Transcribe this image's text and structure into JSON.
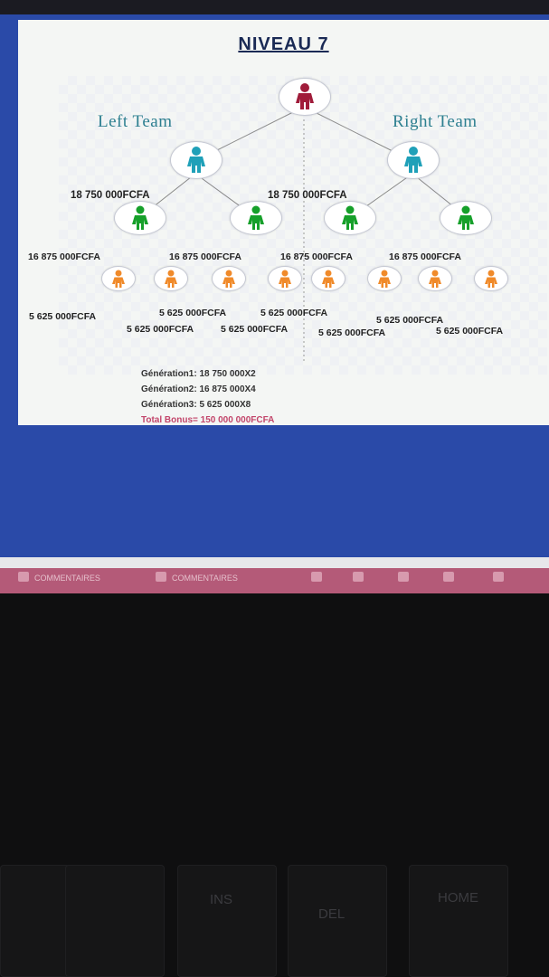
{
  "slide": {
    "title": "NIVEAU 7",
    "left_team": "Left Team",
    "right_team": "Right Team",
    "level1_left_amount": "18 750 000FCFA",
    "level1_right_amount": "18 750 000FCFA",
    "level2_amounts": [
      "16 875 000FCFA",
      "16 875 000FCFA",
      "16 875 000FCFA",
      "16 875 000FCFA"
    ],
    "level3_amounts": [
      "5 625 000FCFA",
      "5 625 000FCFA",
      "5 625 000FCFA",
      "5 625 000FCFA",
      "5 625 000FCFA",
      "5 625 000FCFA",
      "5 625 000FCFA",
      "5 625 000FCFA"
    ],
    "generation1": "Génération1: 18 750 000X2",
    "generation2": "Génération2: 16 875 000X4",
    "generation3": "Génération3:  5 625 000X8",
    "total_bonus": "Total Bonus= 150 000 000FCFA"
  },
  "taskbar": {
    "item1": "COMMENTAIRES",
    "item2": "COMMENTAIRES"
  },
  "keyboard": {
    "key_ins": "INS",
    "key_del": "DEL",
    "key_home": "HOME"
  },
  "colors": {
    "root": "#a01c3a",
    "level1": "#1fa0b8",
    "level2": "#16a02a",
    "level3": "#f08a2a",
    "screen_blue": "#2a4aa8",
    "taskbar": "#b45a78"
  }
}
